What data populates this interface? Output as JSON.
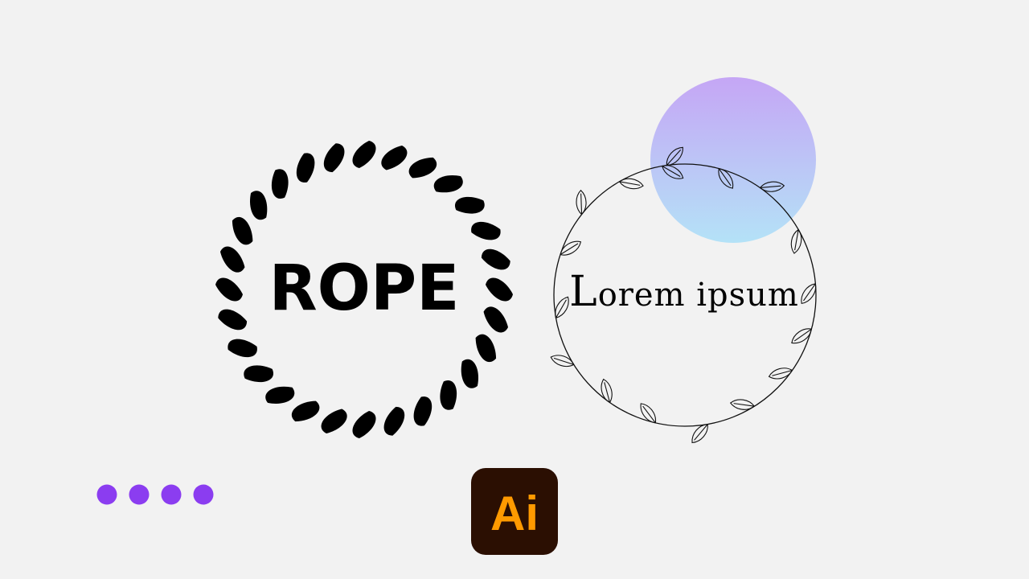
{
  "rope_badge": {
    "label": "ROPE"
  },
  "leaf_badge": {
    "label_initial": "L",
    "label_rest": "orem ipsum"
  },
  "gradient_circle": {
    "color_top": "#c5a6f5",
    "color_bottom": "#b4e2f7"
  },
  "progress_dots": {
    "count": 4,
    "color": "#8b3df0"
  },
  "app_logo": {
    "name": "adobe-illustrator-logo",
    "text": "Ai",
    "background": "#2b0f02",
    "text_color": "#ff9a00"
  }
}
